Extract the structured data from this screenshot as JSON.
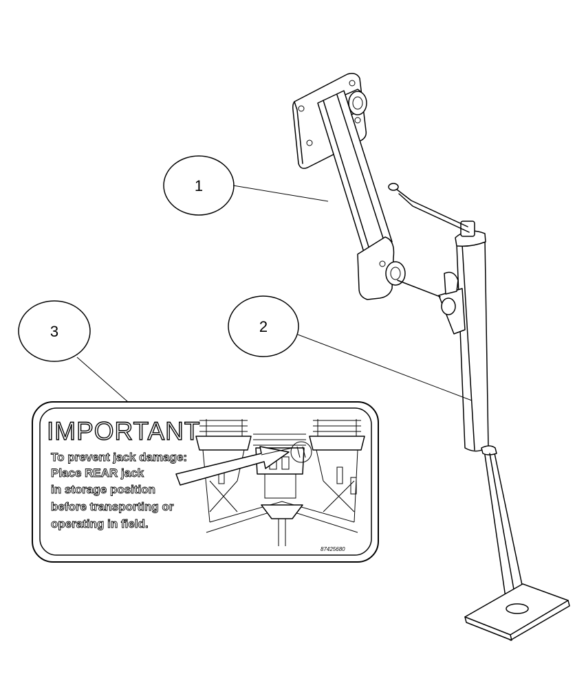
{
  "callouts": {
    "one": "1",
    "two": "2",
    "three": "3"
  },
  "decal": {
    "title": "IMPORTANT",
    "lines": [
      "To prevent jack damage:",
      "Place REAR jack",
      "in storage position",
      "before transporting or",
      "operating in field."
    ],
    "part_number": "87425680"
  }
}
